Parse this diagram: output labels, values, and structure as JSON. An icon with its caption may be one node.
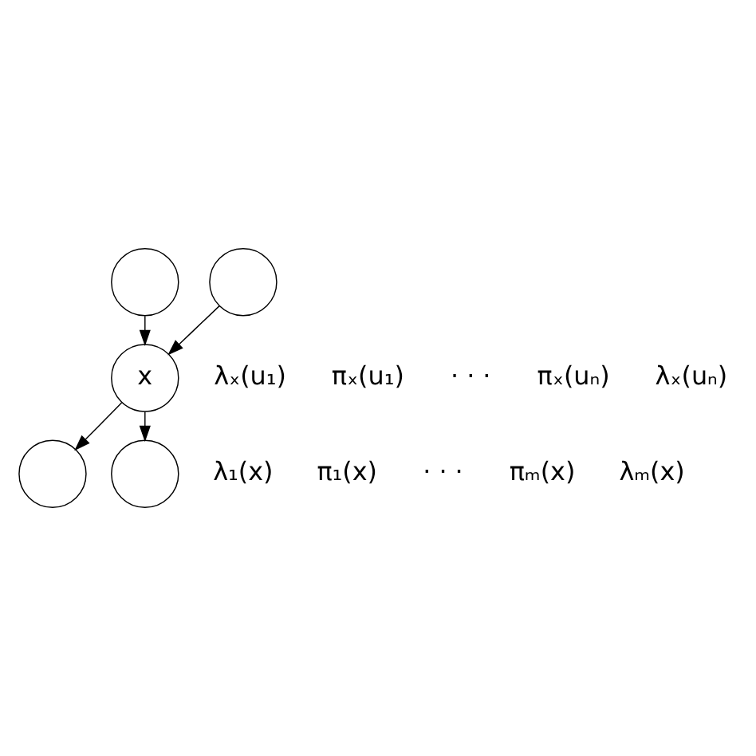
{
  "diagram": {
    "nodes": [
      {
        "text": [],
        "shape": "circle"
      },
      {
        "text": [],
        "shape": "circle"
      },
      {
        "text": [
          "x"
        ]
      },
      {
        "text": [],
        "shape": "circle"
      },
      {
        "text": [],
        "shape": "circle"
      }
    ],
    "edges": [
      {
        "from": 0,
        "to": 2,
        "arrow": "to"
      },
      {
        "from": 1,
        "to": 2,
        "arrow": "to"
      },
      {
        "from": 2,
        "to": 3,
        "arrow": "to"
      },
      {
        "from": 2,
        "to": 4,
        "arrow": "to"
      }
    ],
    "labels": [
      "πₓ(u₁)",
      "πₓ(uₙ)",
      "· · ·",
      "λₓ(u₁)",
      "λₓ(uₙ)",
      "λ₁(x)",
      "λₘ(x)",
      "· · ·",
      "π₁(x)",
      "πₘ(x)"
    ]
  }
}
